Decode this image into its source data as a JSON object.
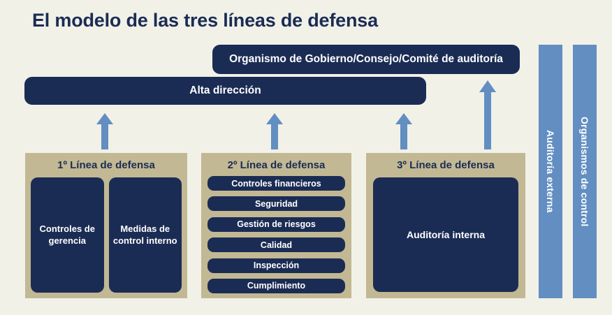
{
  "title": "El modelo de las tres líneas de defensa",
  "colors": {
    "background": "#f1f1e8",
    "navy": "#1b2c54",
    "khaki": "#c2b893",
    "blue": "#628ec2",
    "white": "#ffffff"
  },
  "top_boxes": {
    "governance": "Organismo de Gobierno/Consejo/Comité de auditoría",
    "senior_management": "Alta dirección"
  },
  "lines": [
    {
      "heading": "1º Línea de defensa",
      "items": [
        "Controles de gerencia",
        "Medidas de control interno"
      ]
    },
    {
      "heading": "2º Línea de defensa",
      "items": [
        "Controles financieros",
        "Seguridad",
        "Gestión de riesgos",
        "Calidad",
        "Inspección",
        "Cumplimiento"
      ]
    },
    {
      "heading": "3º Línea de defensa",
      "items": [
        "Auditoría interna"
      ]
    }
  ],
  "side_bars": [
    {
      "label": "Auditoría externa"
    },
    {
      "label": "Organismos de control"
    }
  ],
  "arrows": [
    {
      "name": "arrow-line1-to-senior-management"
    },
    {
      "name": "arrow-line2-to-senior-management"
    },
    {
      "name": "arrow-line3-to-senior-management"
    },
    {
      "name": "arrow-line3-to-governance"
    }
  ]
}
